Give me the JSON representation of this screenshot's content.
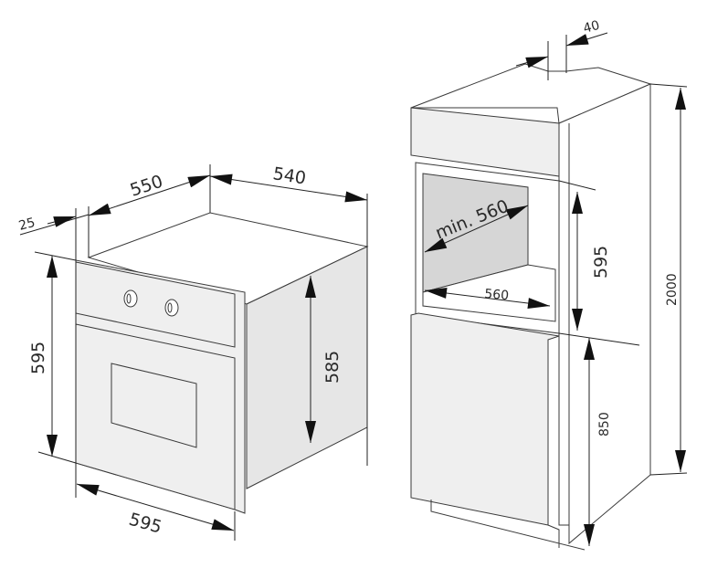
{
  "oven": {
    "dims": {
      "depth_total": "550",
      "panel_thickness": "25",
      "body_width": "540",
      "front_height": "595",
      "body_height": "585",
      "front_width": "595"
    }
  },
  "cabinet": {
    "dims": {
      "gap": "40",
      "depth_min": "min. 560",
      "opening_width": "560",
      "opening_height": "595",
      "floor_to_opening": "850",
      "total_height": "2000"
    }
  },
  "colors": {
    "line": "#3a3a3a",
    "face": "#efefef",
    "inner": "#d6d6d6"
  }
}
